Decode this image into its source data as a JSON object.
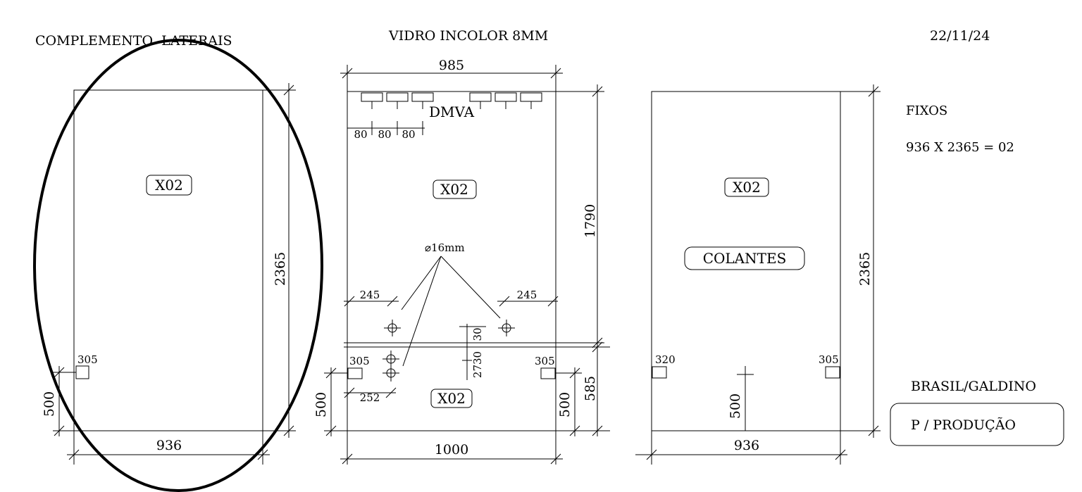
{
  "header": {
    "left_title": "COMPLEMENTO  LATERAIS",
    "center_title": "VIDRO INCOLOR 8MM",
    "date": "22/11/24"
  },
  "panel_left": {
    "tag": "X02",
    "width": "936",
    "height": "2365",
    "side_offset": "500",
    "hinge_label": "305"
  },
  "panel_center": {
    "top_width": "985",
    "bottom_width": "1000",
    "upper_height": "1790",
    "lower_height": "585",
    "top_label": "DMVA",
    "spacing_1": "80",
    "spacing_2": "80",
    "spacing_3": "80",
    "tag_upper": "X02",
    "tag_lower": "X02",
    "hole_diameter": "⌀16mm",
    "left_245": "245",
    "right_245": "245",
    "hole_30": "30",
    "hole_2730": "2730",
    "hinge_left": "305",
    "hinge_right": "305",
    "offset_252": "252",
    "offset_500_left": "500",
    "offset_500_right": "500"
  },
  "panel_right": {
    "tag": "X02",
    "colantes": "COLANTES",
    "width": "936",
    "height": "2365",
    "hinge_left": "320",
    "hinge_right": "305",
    "offset_500": "500"
  },
  "info": {
    "fixos_label": "FIXOS",
    "fixos_spec": "936 X 2365 = 02",
    "client": "BRASIL/GALDINO",
    "status": "P / PRODUÇÃO"
  }
}
